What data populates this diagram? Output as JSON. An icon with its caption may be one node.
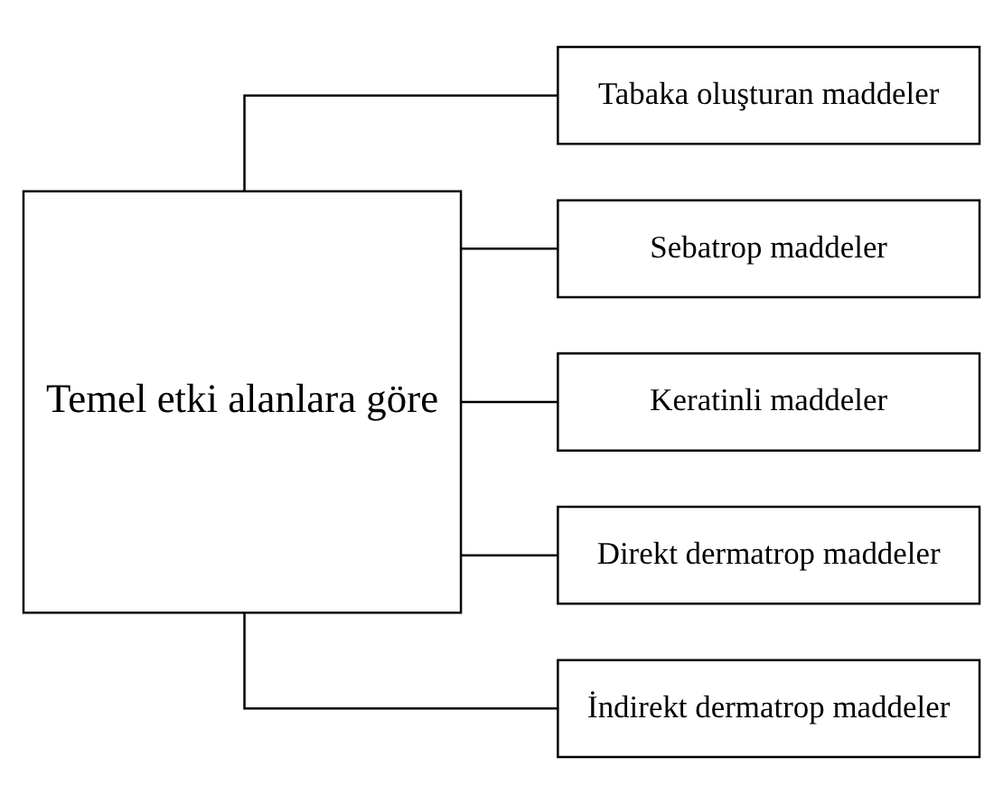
{
  "diagram": {
    "nodes": [
      {
        "text": [
          "Temel etki alanlara göre"
        ]
      },
      {
        "text": [
          "Tabaka oluşturan maddeler"
        ]
      },
      {
        "text": [
          "Sebatrop maddeler"
        ]
      },
      {
        "text": [
          "Keratinli maddeler"
        ]
      },
      {
        "text": [
          "Direkt dermatrop maddeler"
        ]
      },
      {
        "text": [
          "İndirekt dermatrop maddeler"
        ]
      }
    ],
    "edges": [
      {
        "from": 0,
        "to": 1,
        "arrow": "none"
      },
      {
        "from": 0,
        "to": 2,
        "arrow": "none"
      },
      {
        "from": 0,
        "to": 3,
        "arrow": "none"
      },
      {
        "from": 0,
        "to": 4,
        "arrow": "none"
      },
      {
        "from": 0,
        "to": 5,
        "arrow": "none"
      }
    ]
  }
}
